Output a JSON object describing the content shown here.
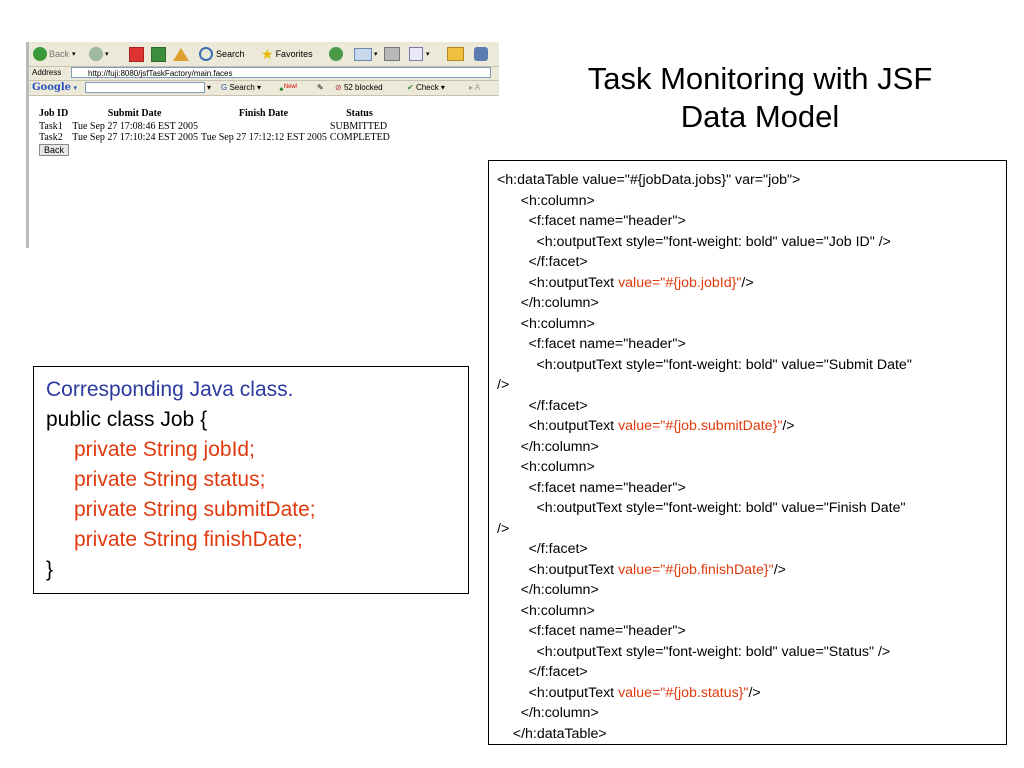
{
  "browser": {
    "toolbar": {
      "back": "Back",
      "search": "Search",
      "favorites": "Favorites"
    },
    "address": {
      "label": "Address",
      "url": "http://fuji:8080/jsfTaskFactory/main.faces"
    },
    "google_bar": {
      "logo": "Google",
      "search": "Search",
      "new_badge": "New!",
      "blocked": "52 blocked",
      "check": "Check"
    },
    "table": {
      "headers": [
        "Job ID",
        "Submit Date",
        "Finish Date",
        "Status"
      ],
      "rows": [
        [
          "Task1",
          "Tue Sep 27 17:08:46 EST 2005",
          "",
          "SUBMITTED"
        ],
        [
          "Task2",
          "Tue Sep 27 17:10:24 EST 2005",
          "Tue Sep 27 17:12:12 EST 2005",
          "COMPLETED"
        ]
      ],
      "back_button": "Back"
    }
  },
  "title": {
    "line1": "Task Monitoring with JSF",
    "line2": "Data Model"
  },
  "java": {
    "heading": "Corresponding Java class.",
    "decl": "public class Job {",
    "fields": [
      "private String jobId;",
      "private String status;",
      "private String submitDate;",
      "private String finishDate;"
    ],
    "close": "}"
  },
  "code": {
    "lines": [
      {
        "text": "<h:dataTable value=\"#{jobData.jobs}\" var=\"job\">",
        "indent": ""
      },
      {
        "text": "<h:column>",
        "indent": "      "
      },
      {
        "text": "<f:facet name=\"header\">",
        "indent": "        "
      },
      {
        "text": "<h:outputText style=\"font-weight: bold\" value=\"Job ID\" />",
        "indent": "          "
      },
      {
        "text": "</f:facet>",
        "indent": "        "
      },
      {
        "pre": "<h:outputText ",
        "red": "value=\"#{job.jobId}\"",
        "post": "/>",
        "indent": "        "
      },
      {
        "text": "</h:column>",
        "indent": "      "
      },
      {
        "text": "<h:column>",
        "indent": "      "
      },
      {
        "text": "<f:facet name=\"header\">",
        "indent": "        "
      },
      {
        "text": "<h:outputText style=\"font-weight: bold\" value=\"Submit Date\"",
        "indent": "          "
      },
      {
        "text": "/>",
        "indent": ""
      },
      {
        "text": "</f:facet>",
        "indent": "        "
      },
      {
        "pre": "<h:outputText ",
        "red": "value=\"#{job.submitDate}\"",
        "post": "/>",
        "indent": "        "
      },
      {
        "text": "</h:column>",
        "indent": "      "
      },
      {
        "text": "<h:column>",
        "indent": "      "
      },
      {
        "text": "<f:facet name=\"header\">",
        "indent": "        "
      },
      {
        "text": "<h:outputText style=\"font-weight: bold\" value=\"Finish Date\"",
        "indent": "          "
      },
      {
        "text": "/>",
        "indent": ""
      },
      {
        "text": "</f:facet>",
        "indent": "        "
      },
      {
        "pre": "<h:outputText ",
        "red": "value=\"#{job.finishDate}\"",
        "post": "/>",
        "indent": "        "
      },
      {
        "text": "</h:column>",
        "indent": "      "
      },
      {
        "text": "<h:column>",
        "indent": "      "
      },
      {
        "text": "<f:facet name=\"header\">",
        "indent": "        "
      },
      {
        "text": "<h:outputText style=\"font-weight: bold\" value=\"Status\" />",
        "indent": "          "
      },
      {
        "text": "</f:facet>",
        "indent": "        "
      },
      {
        "pre": "<h:outputText ",
        "red": "value=\"#{job.status}\"",
        "post": "/>",
        "indent": "        "
      },
      {
        "text": "</h:column>",
        "indent": "      "
      },
      {
        "text": "</h:dataTable>",
        "indent": "    "
      }
    ]
  },
  "colors": {
    "accent_red": "#e03a0e",
    "heading_blue": "#2a3a9e"
  }
}
